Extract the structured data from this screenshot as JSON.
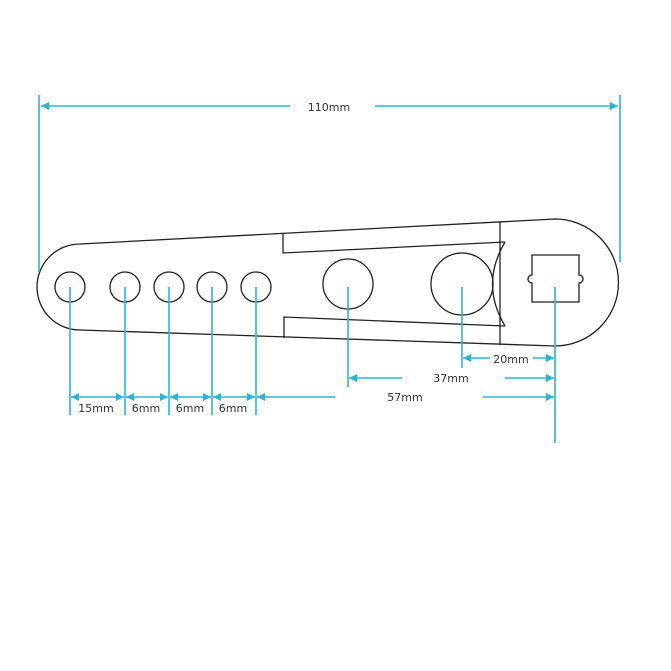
{
  "dimensions": {
    "overall_length": "110mm",
    "hole1_to_hole2": "15mm",
    "hole2_to_hole3": "6mm",
    "hole3_to_hole4": "6mm",
    "hole4_to_hole5": "6mm",
    "hole1_to_center": "57mm",
    "big_hole1_to_center": "37mm",
    "big_hole2_to_center": "20mm"
  },
  "colors": {
    "dimension": "#2bb5d5",
    "outline": "#222222"
  }
}
